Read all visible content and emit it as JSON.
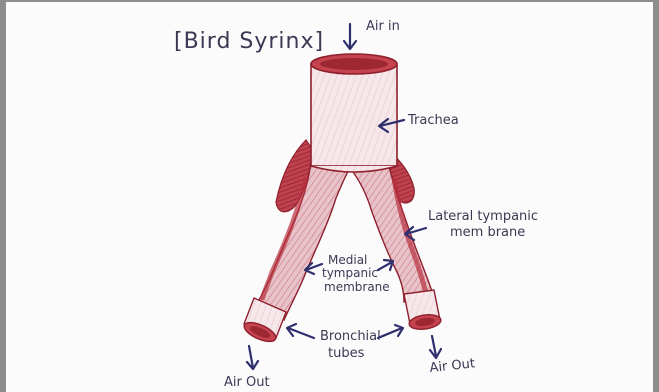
{
  "title": "[Bird Syrinx]",
  "labels": {
    "air_in": "Air in",
    "trachea": "Trachea",
    "lateral_1": "Lateral tympanic",
    "lateral_2": "mem brane",
    "medial_1": "Medial",
    "medial_2": "tympanic",
    "medial_3": "membrane",
    "bronchial_1": "Bronchial",
    "bronchial_2": "tubes",
    "air_out_left": "Air Out",
    "air_out_right": "Air Out"
  },
  "colors": {
    "ink": "#3a3a55",
    "arrow": "#2f2f6e",
    "tissue": "#b8303f",
    "tissue_light": "#e8c6cc",
    "tissue_pale": "#f3e3e6"
  }
}
